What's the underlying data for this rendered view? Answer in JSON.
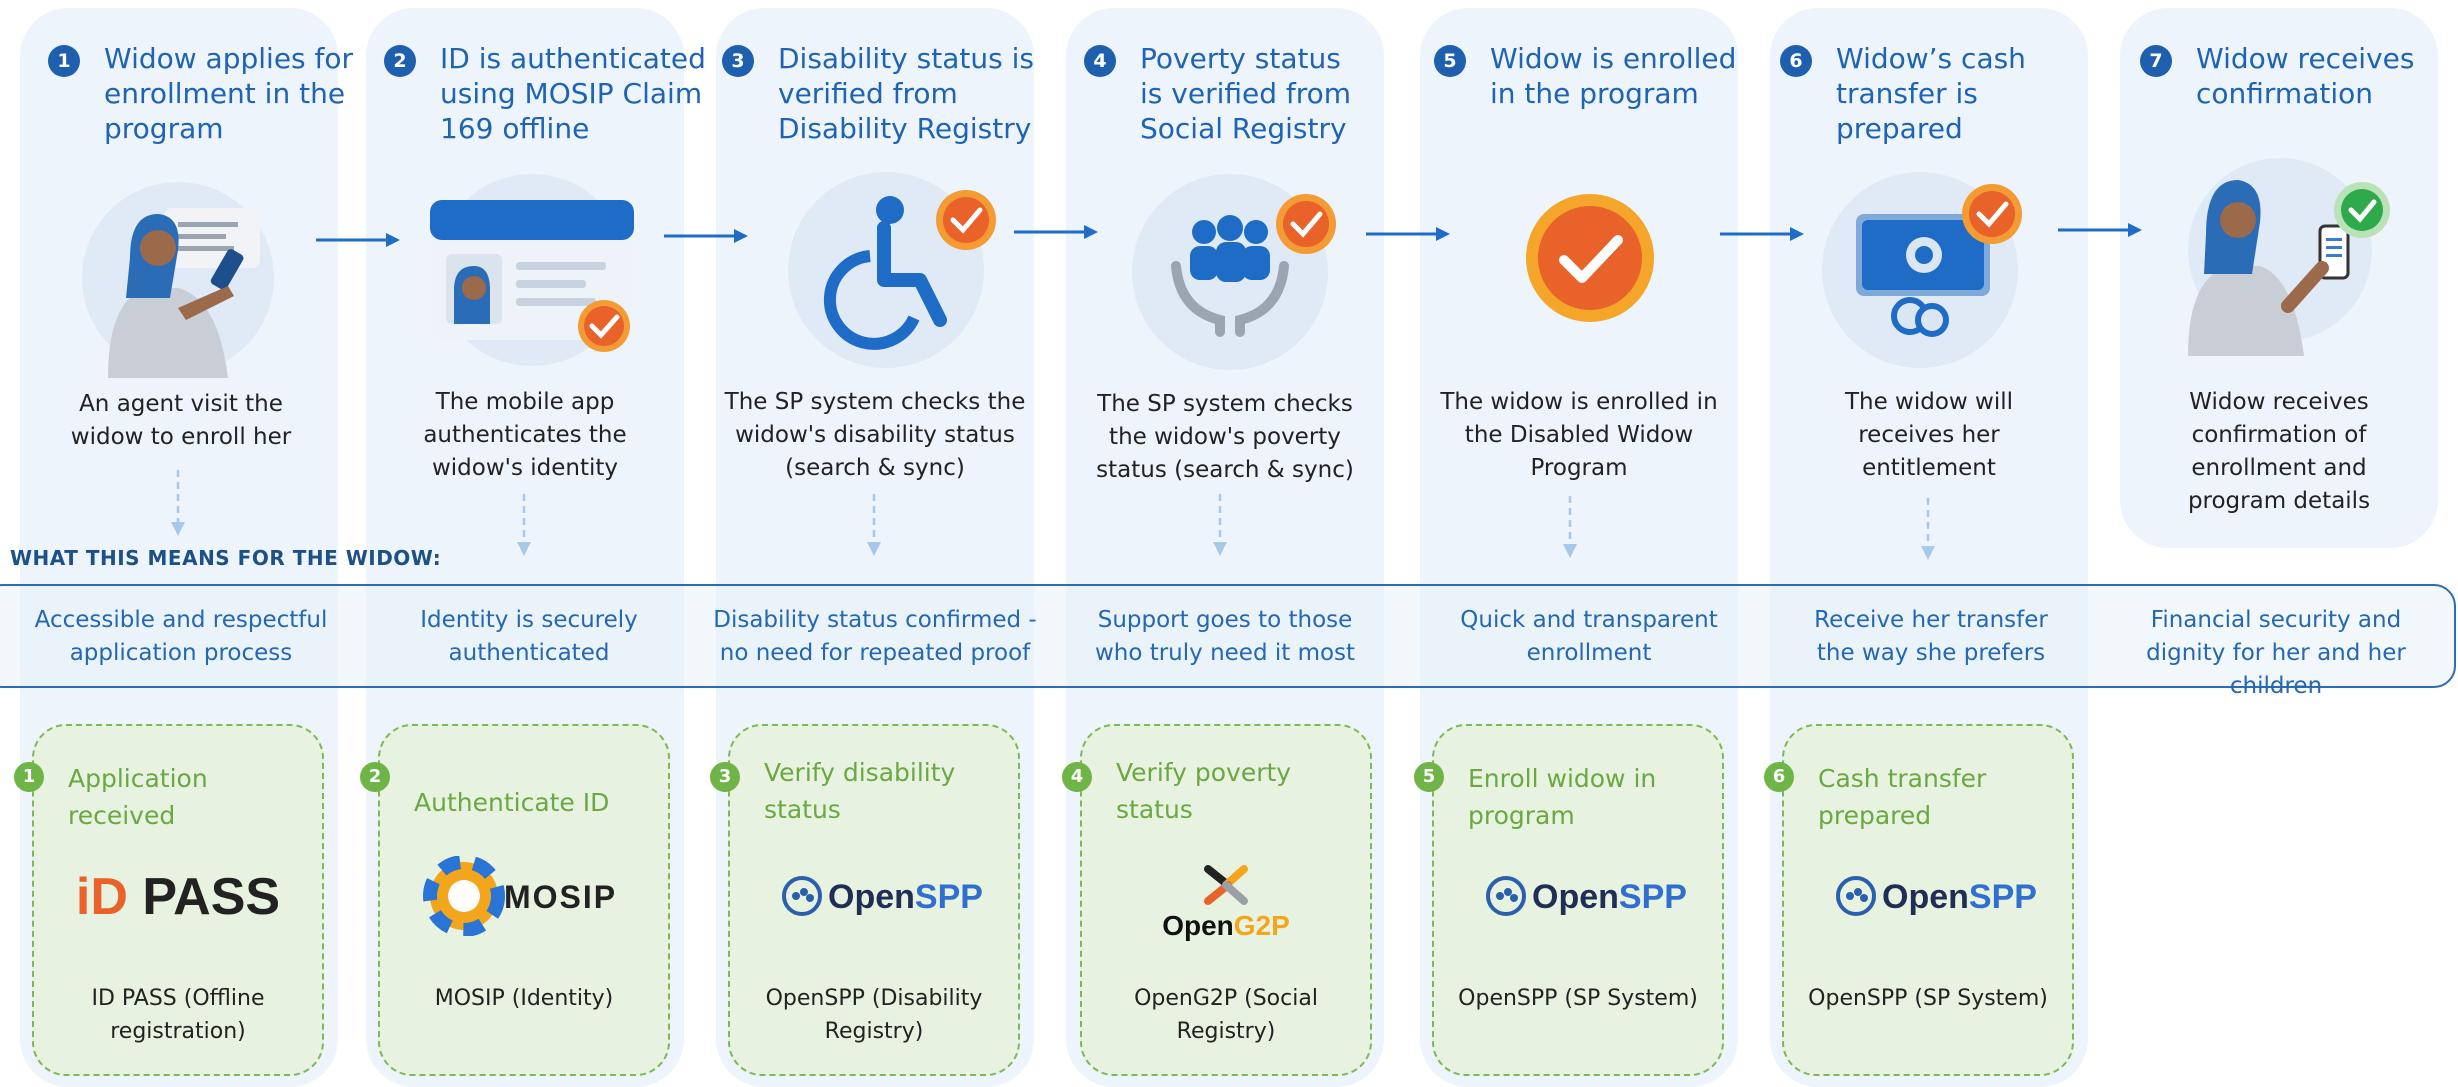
{
  "steps": [
    {
      "num": "1",
      "title": "Widow applies for enrollment in the program",
      "desc": "An agent visit the widow to enroll her",
      "icon": "widow-with-tablet-icon"
    },
    {
      "num": "2",
      "title": "ID is authenticated using MOSIP Claim 169 offline",
      "desc": "The mobile app authenticates the widow's identity",
      "icon": "id-card-check-icon"
    },
    {
      "num": "3",
      "title": "Disability status is verified from Disability Registry",
      "desc": "The SP system checks the widow's disability status (search & sync)",
      "icon": "wheelchair-check-icon"
    },
    {
      "num": "4",
      "title": "Poverty status is verified from Social Registry",
      "desc": "The SP system checks the widow's poverty status (search & sync)",
      "icon": "people-hands-check-icon"
    },
    {
      "num": "5",
      "title": "Widow is enrolled in the program",
      "desc": "The widow is enrolled in the Disabled Widow Program",
      "icon": "check-badge-icon"
    },
    {
      "num": "6",
      "title": "Widow’s cash transfer is prepared",
      "desc": "The widow will receives her entitlement",
      "icon": "cash-coins-check-icon"
    },
    {
      "num": "7",
      "title": "Widow receives confirmation",
      "desc": "Widow receives confirmation of enrollment and program details",
      "icon": "widow-phone-check-icon"
    }
  ],
  "band_title": "WHAT THIS MEANS FOR THE WIDOW:",
  "benefits": [
    "Accessible and respectful application process",
    "Identity is securely authenticated",
    "Disability status confirmed - no need for repeated proof",
    "Support goes to those who truly need it most",
    "Quick and transparent enrollment",
    "Receive her transfer the way she prefers",
    "Financial security and dignity for her and her children"
  ],
  "systems": [
    {
      "num": "1",
      "title": "Application received",
      "logo_text": "iD PASS",
      "name": "ID PASS (Offline registration)"
    },
    {
      "num": "2",
      "title": "Authenticate ID",
      "logo_text": "MOSIP",
      "name": "MOSIP (Identity)"
    },
    {
      "num": "3",
      "title": "Verify disability status",
      "logo_text": "OpenSPP",
      "name": "OpenSPP (Disability Registry)"
    },
    {
      "num": "4",
      "title": "Verify poverty status",
      "logo_text": "OpenG2P",
      "name": "OpenG2P (Social Registry)"
    },
    {
      "num": "5",
      "title": "Enroll widow in program",
      "logo_text": "OpenSPP",
      "name": "OpenSPP (SP System)"
    },
    {
      "num": "6",
      "title": "Cash transfer prepared",
      "logo_text": "OpenSPP",
      "name": "OpenSPP (SP System)"
    }
  ],
  "colors": {
    "step_blue": "#1e63b4",
    "system_green": "#6aa842",
    "check_orange": "#f07c2c",
    "panel_bg": "#eef4fb"
  }
}
